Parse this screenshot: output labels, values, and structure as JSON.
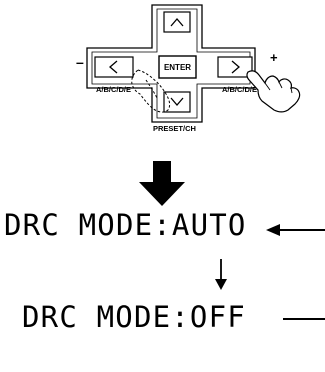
{
  "remote": {
    "minus_sign": "–",
    "plus_sign": "+",
    "left_arrow_label": "A/B/C/D/E",
    "right_arrow_label": "A/B/C/D/E",
    "enter_label": "ENTER",
    "down_label": "PRESET/CH"
  },
  "display": {
    "line1": "DRC MODE:AUTO",
    "line2": "DRC MODE:OFF"
  }
}
